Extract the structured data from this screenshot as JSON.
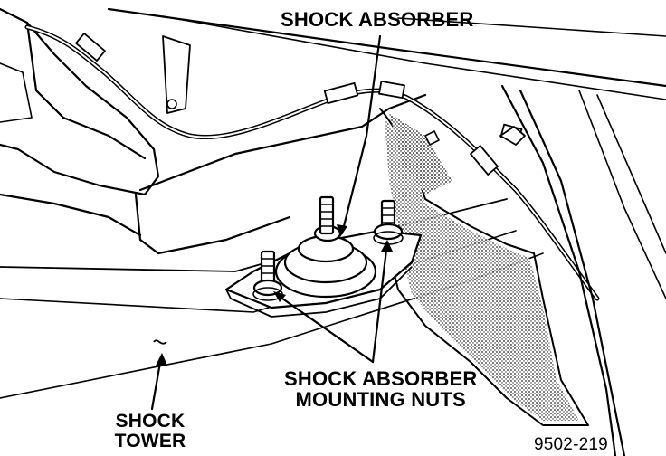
{
  "figure_id": "9502-219",
  "labels": {
    "shock_absorber": "SHOCK ABSORBER",
    "mounting_nuts_line1": "SHOCK ABSORBER",
    "mounting_nuts_line2": "MOUNTING NUTS",
    "shock_tower_line1": "SHOCK",
    "shock_tower_line2": "TOWER"
  },
  "colors": {
    "ink": "#000000",
    "paper": "#ffffff",
    "shade": "#9a9a9a"
  }
}
